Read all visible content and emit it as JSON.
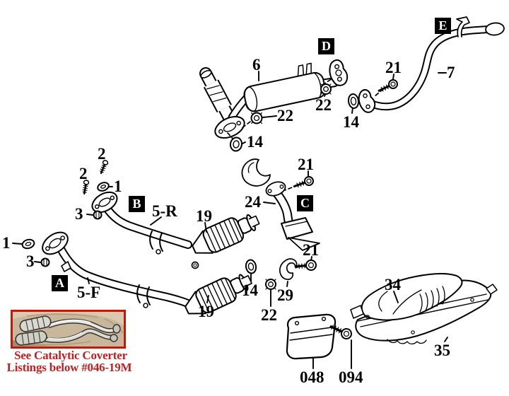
{
  "callouts": [
    {
      "id": "hanger-bolt-upper",
      "label": "2"
    },
    {
      "id": "hanger-bolt-lower",
      "label": "2"
    },
    {
      "id": "gasket-front-pipe-right",
      "label": "1"
    },
    {
      "id": "nut-front-pipe-right",
      "label": "3"
    },
    {
      "id": "front-exhaust-pipe-right",
      "label": "5-R"
    },
    {
      "id": "catalytic-converter-right",
      "label": "19"
    },
    {
      "id": "gasket-front-pipe-front",
      "label": "1"
    },
    {
      "id": "nut-front-pipe-front",
      "label": "3"
    },
    {
      "id": "front-exhaust-pipe-front",
      "label": "5-F"
    },
    {
      "id": "catalytic-converter-front",
      "label": "19"
    },
    {
      "id": "center-exhaust-muffler",
      "label": "6"
    },
    {
      "id": "nut-muffler-inlet",
      "label": "22"
    },
    {
      "id": "gasket-muffler-inlet",
      "label": "14"
    },
    {
      "id": "nut-muffler-outlet",
      "label": "22"
    },
    {
      "id": "gasket-tailpipe",
      "label": "14"
    },
    {
      "id": "bolt-tailpipe",
      "label": "21"
    },
    {
      "id": "tailpipe",
      "label": "7"
    },
    {
      "id": "bolt-connector-pipe",
      "label": "21"
    },
    {
      "id": "connector-pipe",
      "label": "24"
    },
    {
      "id": "bolt-support-bracket",
      "label": "21"
    },
    {
      "id": "gasket-converter-outlet",
      "label": "14"
    },
    {
      "id": "nut-converter-outlet",
      "label": "22"
    },
    {
      "id": "support-bracket",
      "label": "29"
    },
    {
      "id": "heat-insulator-upper",
      "label": "34"
    },
    {
      "id": "heat-insulator-lower",
      "label": "35"
    },
    {
      "id": "heat-shield-plate",
      "label": "048"
    },
    {
      "id": "heat-shield-bolt",
      "label": "094"
    }
  ],
  "section_markers": [
    {
      "label": "A"
    },
    {
      "label": "B"
    },
    {
      "label": "C"
    },
    {
      "label": "D"
    },
    {
      "label": "E"
    }
  ],
  "note": {
    "line1": "See Catalytic Coverter",
    "line2": "Listings below #046-19M"
  },
  "colors": {
    "line": "#000000",
    "note_text": "#c41e1e",
    "photo_border": "#cc1507",
    "photo_background": "#c8b79b"
  },
  "icons": {
    "screw": "screw-icon",
    "bolt": "bolt-icon",
    "flange_nut": "flange-nut-icon",
    "gasket": "gasket-ring-icon",
    "bracket": "hook-bracket-icon"
  }
}
